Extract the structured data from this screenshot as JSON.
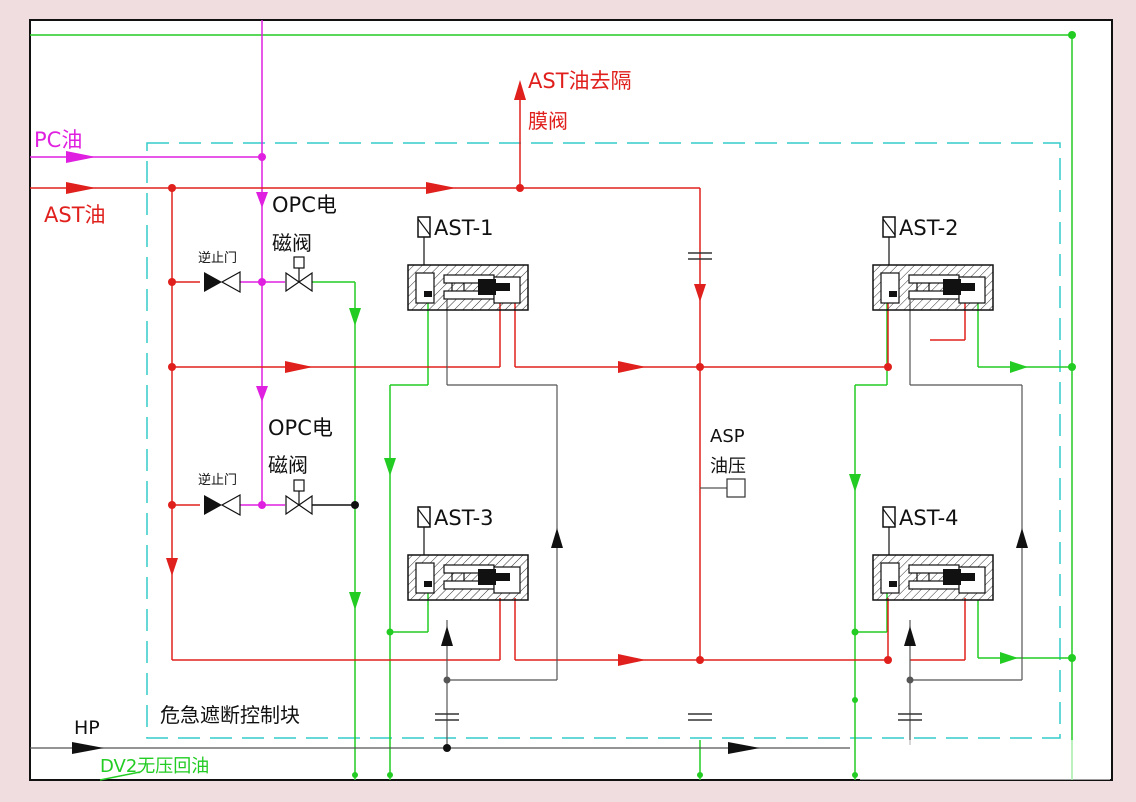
{
  "diagram": {
    "labels": {
      "ast_to_diaphragm_line1": "AST油去隔",
      "ast_to_diaphragm_line2": "膜阀",
      "pc_oil": "PC油",
      "ast_oil": "AST油",
      "opc_valve_1_line1": "OPC电",
      "opc_valve_1_line2": "磁阀",
      "opc_valve_2_line1": "OPC电",
      "opc_valve_2_line2": "磁阀",
      "check_valve_1": "逆止门",
      "check_valve_2": "逆止门",
      "asp_line1": "ASP",
      "asp_line2": "油压",
      "emergency_block": "危急遮断控制块",
      "hp": "HP",
      "dv2": "DV2无压回油"
    },
    "valves": [
      {
        "id": "AST-1",
        "label": "AST-1"
      },
      {
        "id": "AST-2",
        "label": "AST-2"
      },
      {
        "id": "AST-3",
        "label": "AST-3"
      },
      {
        "id": "AST-4",
        "label": "AST-4"
      }
    ],
    "colors": {
      "ast_oil": "#e0201c",
      "pc_oil": "#e020e0",
      "drain": "#22cc22",
      "block_border": "#33cccc",
      "frame": "#111111",
      "hatch": "#333333"
    }
  }
}
